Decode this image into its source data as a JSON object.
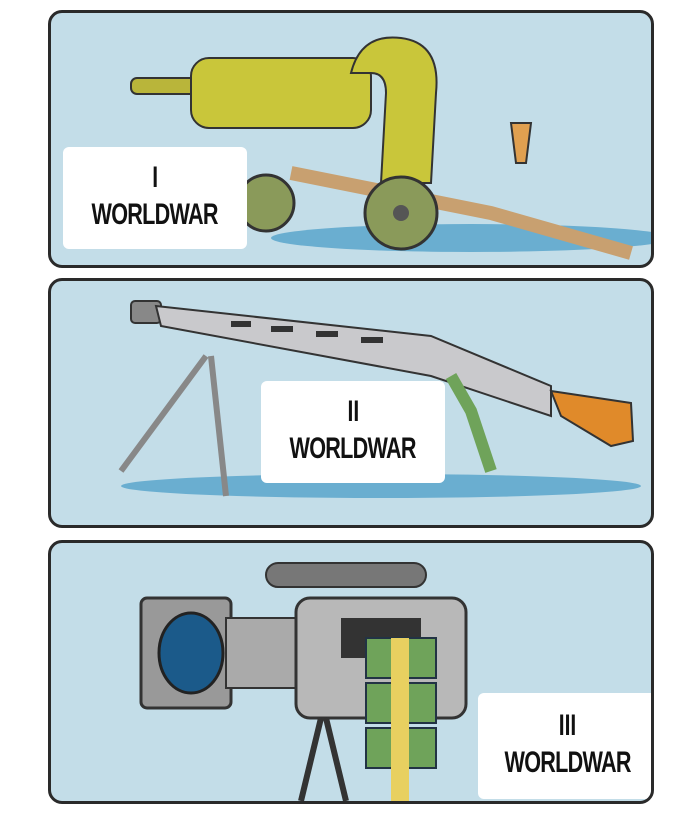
{
  "panels": [
    {
      "numeral": "I",
      "caption": "WORLDWAR"
    },
    {
      "numeral": "II",
      "caption": "WORLDWAR"
    },
    {
      "numeral": "III",
      "caption": "WORLDWAR"
    }
  ],
  "colors": {
    "sky": "#c3dde8",
    "gun1": "#c9c63a",
    "gun2": "#c9c9cc",
    "stock": "#e08a2a",
    "money": "#6fa35a"
  }
}
